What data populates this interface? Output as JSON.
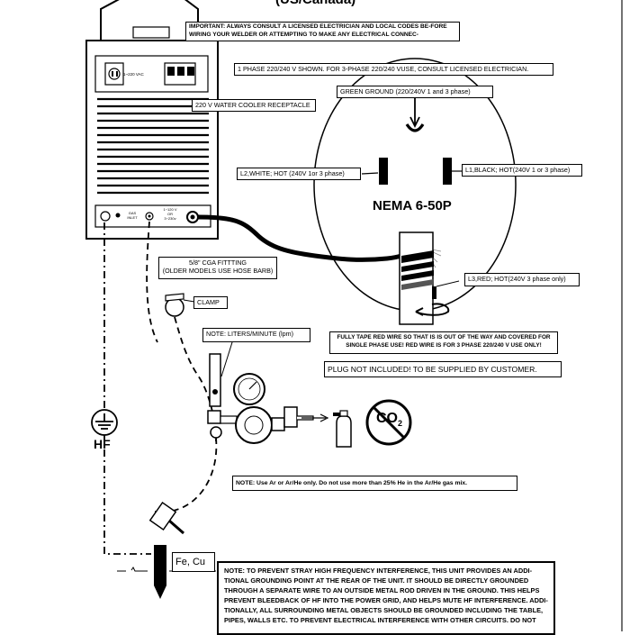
{
  "heading": "(US/Canada)",
  "labels": {
    "important": "IMPORTANT: ALWAYS CONSULT A LICENSED ELECTRICIAN AND LOCAL CODES BE-FORE WIRING YOUR WELDER OR ATTEMPTING TO MAKE ANY ELECTRICAL CONNEC-",
    "phase": "1 PHASE 220/240 V SHOWN.  FOR 3-PHASE 220/240 VUSE,  CONSULT LICENSED ELECTRICIAN.",
    "green_ground": "GREEN GROUND  (220/240V 1 and 3 phase)",
    "water_cooler": "220 V  WATER COOLER RECEPTACLE",
    "l2": "L2,WHITE; HOT (240V 1or 3 phase)",
    "l1": "L1,BLACK; HOT(240V 1 or 3 phase)",
    "nema": "NEMA 6-50P",
    "cga_line1": "5/8\" CGA FITTTING",
    "cga_line2": "(OLDER MODELS USE HOSE BARB)",
    "l3": "L3,RED; HOT(240V 3 phase only)",
    "clamp": "CLAMP",
    "liters": "NOTE: LITERS/MINUTE (lpm)",
    "tape_line1": "FULLY TAPE RED WIRE SO THAT IS IS OUT OF THE WAY AND COVERED FOR",
    "tape_line2": "SINGLE PHASE USE!  RED WIRE IS FOR 3 PHASE 220/240 V USE ONLY!",
    "plug": "PLUG NOT INCLUDED!  TO BE SUPPLIED BY CUSTOMER.",
    "gas_note": "NOTE: Use Ar or Ar/He only.  Do not use more than 25% He in the Ar/He gas mix.",
    "fecu": "Fe, Cu",
    "hf": "HF",
    "co2": "CO",
    "co2_sub": "2"
  },
  "panel": {
    "vac_label": "1~220 VAC",
    "gas_inlet": "GAS INLET",
    "power_line1": "1~120 V",
    "power_line2": "OR",
    "power_line3": "3~230v"
  },
  "bottom_note": {
    "lines": [
      "NOTE: TO PREVENT STRAY HIGH FREQUENCY INTERFERENCE, THIS UNIT PROVIDES AN ADDI-",
      "TIONAL GROUNDING POINT AT THE REAR OF THE UNIT.  IT SHOULD BE DIRECTLY GROUNDED",
      "THROUGH A SEPARATE WIRE TO AN OUTSIDE METAL ROD DRIVEN IN THE GROUND.  THIS HELPS",
      "PREVENT BLEEDBACK OF HF INTO THE POWER GRID, AND HELPS MUTE HF INTERFERENCE. ADDI-",
      "TIONALLY, ALL SURROUNDING METAL OBJECTS SHOULD BE GROUNDED  INCLUDING THE TABLE,",
      "PIPES, WALLS ETC. TO PREVENT ELECTRICAL INTERFERENCE WITH OTHER CIRCUITS.  DO NOT"
    ]
  }
}
